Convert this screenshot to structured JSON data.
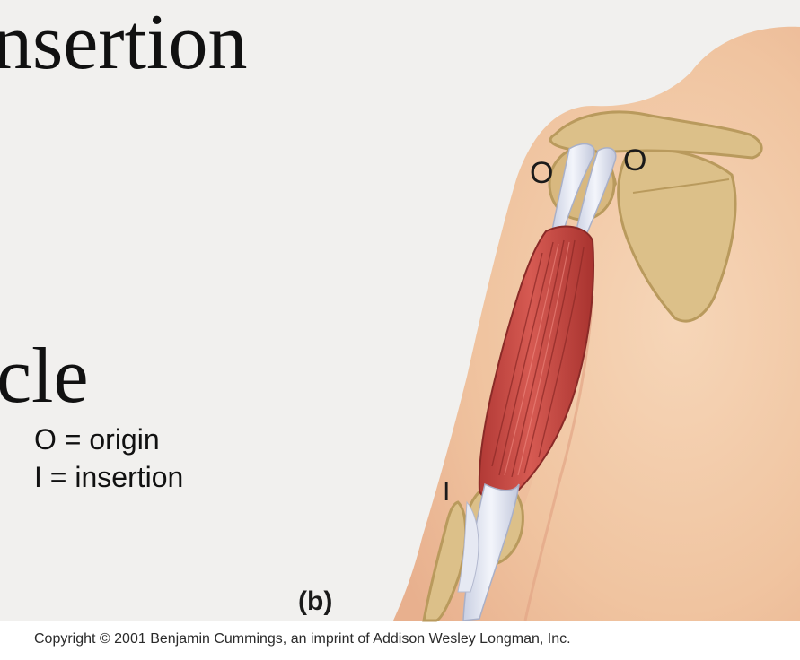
{
  "slide": {
    "title_fragment": "nsertion",
    "body_fragment": "cle"
  },
  "legend": {
    "origin_line": "O = origin",
    "insertion_line": "I  = insertion"
  },
  "illustration": {
    "subject": "biceps muscle on arm and scapula",
    "label_origin_left": "O",
    "label_origin_right": "O",
    "label_insertion": "I",
    "panel_label": "(b)"
  },
  "copyright": "Copyright © 2001 Benjamin Cummings, an imprint of Addison Wesley Longman, Inc.",
  "colors": {
    "panel_background": "#f1f0ee",
    "skin": "#f2c9a6",
    "skin_shadow": "#e6a98a",
    "bone": "#dcc089",
    "bone_shadow": "#b99a5d",
    "muscle": "#c94a44",
    "muscle_dark": "#9e2f2c",
    "tendon": "#dfe3ef"
  }
}
